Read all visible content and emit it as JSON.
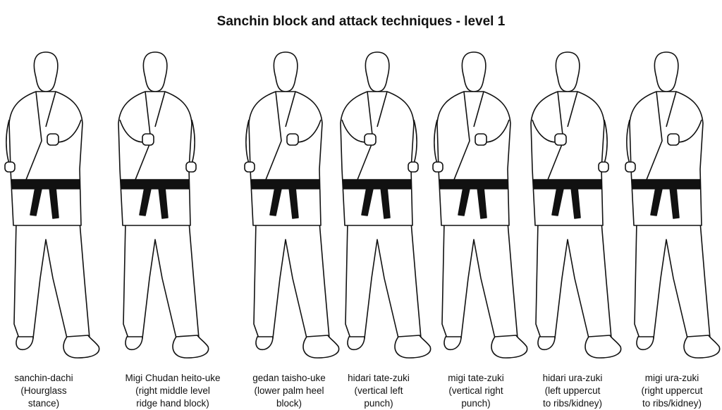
{
  "title": "Sanchin block and attack techniques - level 1",
  "techniques": [
    {
      "name": "sanchin-dachi",
      "desc1": "(Hourglass",
      "desc2": "stance)"
    },
    {
      "name": "Migi Chudan heito-uke",
      "desc1": "(right middle level",
      "desc2": "ridge hand block)"
    },
    {
      "name": "gedan taisho-uke",
      "desc1": "(lower palm heel",
      "desc2": "block)"
    },
    {
      "name": "hidari tate-zuki",
      "desc1": "(vertical left",
      "desc2": "punch)"
    },
    {
      "name": "migi tate-zuki",
      "desc1": "(vertical right",
      "desc2": "punch)"
    },
    {
      "name": "hidari ura-zuki",
      "desc1": "(left uppercut",
      "desc2": "to ribs/kidney)"
    },
    {
      "name": "migi ura-zuki",
      "desc1": "(right uppercut",
      "desc2": "to ribs/kidney)"
    }
  ]
}
